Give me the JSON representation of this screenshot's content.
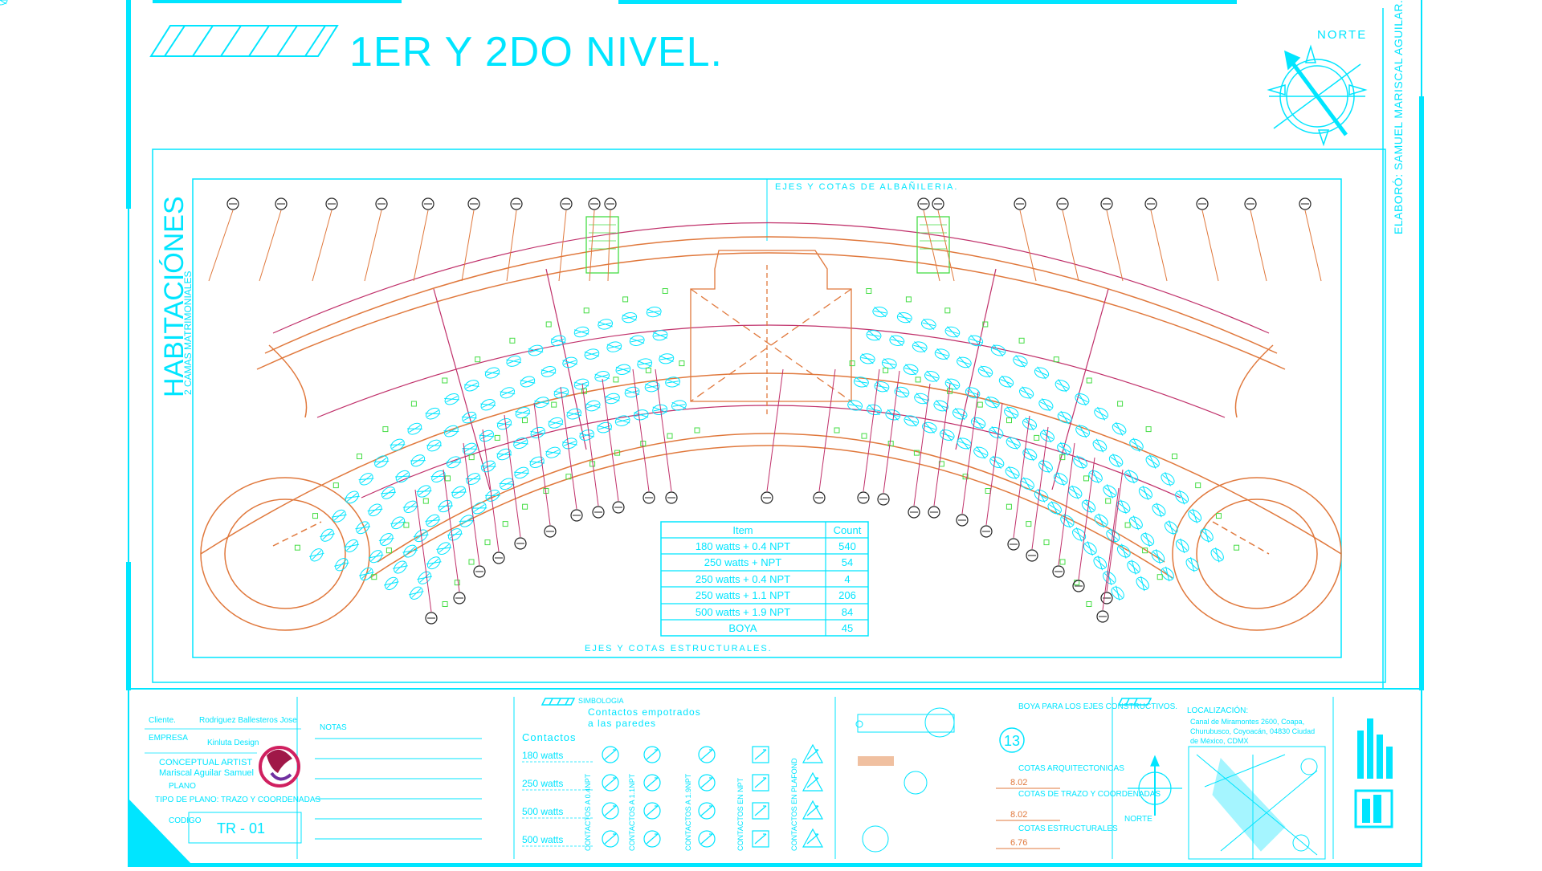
{
  "title": "1ER Y 2DO NIVEL.",
  "north_label": "NORTE",
  "author": "ELABORÓ: SAMUEL MARISCAL AGUILAR.",
  "plan_heading": "HABITACIÓNES",
  "plan_subheading": "2 CAMAS MATRIMONIALES",
  "label_top_axes": "EJES Y COTAS DE ALBAÑILERIA.",
  "label_bottom_axes": "EJES Y COTAS ESTRUCTURALES.",
  "table": {
    "headers": [
      "Item",
      "Count"
    ],
    "rows": [
      {
        "item": "180 watts  + 0.4 NPT",
        "count": "540"
      },
      {
        "item": "250 watts  +  NPT",
        "count": "54"
      },
      {
        "item": "250 watts  + 0.4 NPT",
        "count": "4"
      },
      {
        "item": "250 watts  + 1.1 NPT",
        "count": "206"
      },
      {
        "item": "500 watts  + 1.9 NPT",
        "count": "84"
      },
      {
        "item": "BOYA",
        "count": "45"
      }
    ]
  },
  "titleblock": {
    "cliente_label": "Cliente.",
    "cliente_value": "Rodriguez Ballesteros Jose",
    "empresa_label": "EMPRESA",
    "empresa_value": "Kinluta Design",
    "artist_label": "CONCEPTUAL  ARTIST",
    "artist_value": "Mariscal Aguilar Samuel",
    "plano_label": "PLANO",
    "plano_value": "TIPO DE PLANO: TRAZO Y COORDENADAS",
    "codigo_label": "CODIGO",
    "codigo_value": "TR - 01",
    "notas_label": "NOTAS"
  },
  "simbologia": {
    "label": "SIMBOLOGIA",
    "title_line1": "Contactos  empotrados",
    "title_line2": "a  las  paredes",
    "contactos_label": "Contactos",
    "watts": [
      "180 watts",
      "250 watts",
      "500 watts",
      "500 watts"
    ],
    "columns": [
      "CONTACTOS A 0.4NPT",
      "CONTACTOS A 1.1NPT",
      "CONTACTOS A 1.9NPT",
      "CONTACTOS EN NPT",
      "CONTACTOS EN PLAFOND"
    ]
  },
  "legend": {
    "boya_title": "BOYA PARA LOS EJES CONSTRUCTIVOS.",
    "boya_number": "13",
    "cotas_arq": "COTAS ARQUITECTONICAS",
    "cotas_arq_value": "8.02",
    "cotas_trazo": "COTAS DE TRAZO Y COORDENADAS",
    "cotas_trazo_value": "8.02",
    "cotas_est": "COTAS ESTRUCTURALES",
    "cotas_est_value": "6.76"
  },
  "localizacion": {
    "label": "LOCALIZACIÓN:",
    "address": [
      "Canal de Miramontes 2600, Coapa,",
      "Churubusco, Coyoacán, 04830 Ciudad",
      "de México, CDMX"
    ],
    "north": "NORTE"
  },
  "colors": {
    "cyan": "#00e5ff",
    "orange": "#e0783c",
    "magenta": "#c0306a",
    "green": "#44dd44",
    "dark": "#0a2a6a"
  }
}
